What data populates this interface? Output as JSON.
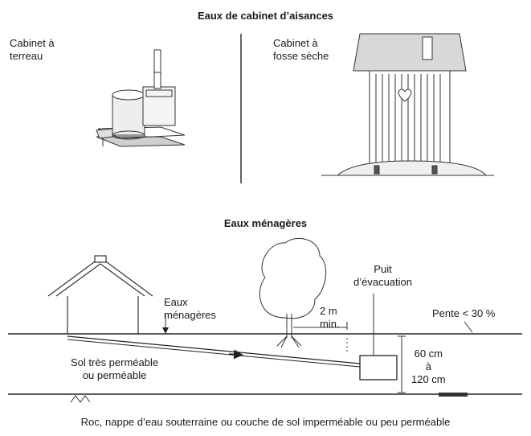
{
  "toilet_section": {
    "title": "Eaux de cabinet d’aisances",
    "left_label": "Cabinet à\nterreau",
    "right_label": "Cabinet à\nfosse sèche"
  },
  "greywater_section": {
    "title": "Eaux ménagères",
    "eaux_menageres": "Eaux\nménagères",
    "puits": "Puit\nd’évacuation",
    "distance": "2 m\nmin.",
    "pente": "Pente < 30 %",
    "sol": "Sol très perméable\nou perméable",
    "depth": "60 cm\nà\n120 cm",
    "bottom": "Roc, nappe d’eau souterraine ou couche de sol imperméable ou peu perméable"
  }
}
